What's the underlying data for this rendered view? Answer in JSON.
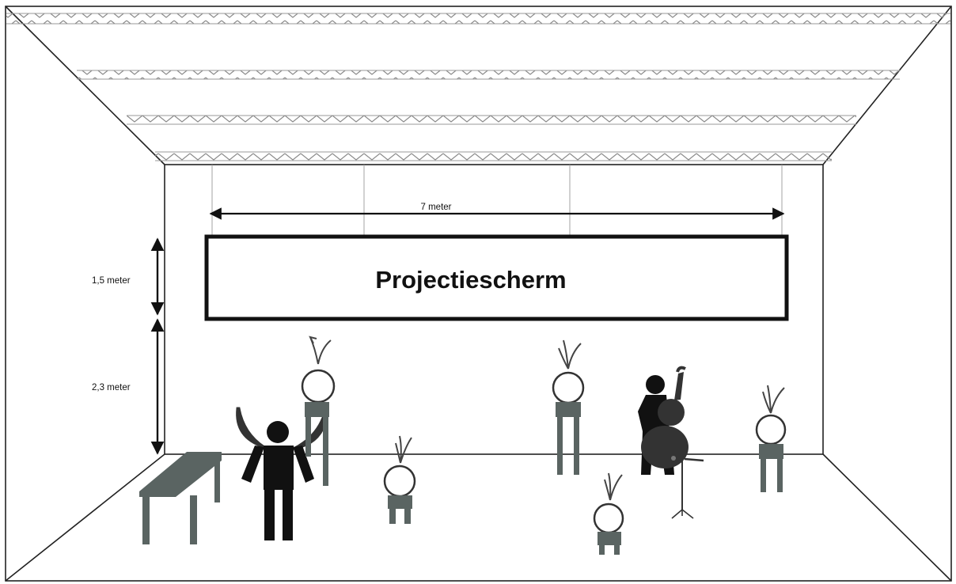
{
  "screen": {
    "title": "Projectiescherm"
  },
  "dimensions": {
    "width": "7 meter",
    "screen_height": "1,5 meter",
    "floor_to_screen": "2,3 meter"
  },
  "colors": {
    "lines": "#222222",
    "truss": "#9a9a9a",
    "figure_dark": "#111111",
    "figure_grey": "#555e5c",
    "stand_grey": "#5a6462"
  },
  "icons": {
    "dancer": "dancer-with-horns-icon",
    "cellist": "cellist-icon",
    "music_stand": "music-stand-icon",
    "speaker_chair": "chair-speaker-icon",
    "table": "table-icon"
  }
}
